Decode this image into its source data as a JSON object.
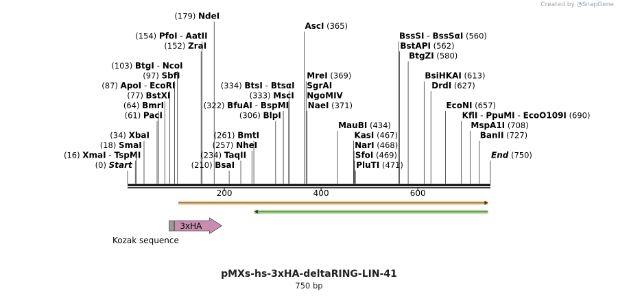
{
  "credit": {
    "prefix": "Created by",
    "brand": "SnapGene"
  },
  "title": "pMXs-hs-3xHA-deltaRING-LIN-41",
  "subtitle": "750 bp",
  "map": {
    "length": 750,
    "ticks": [
      "200",
      "400",
      "600"
    ],
    "tick_values": [
      200,
      400,
      600
    ],
    "features": [
      {
        "name": "3xHA",
        "start": 97,
        "end": 195,
        "color": "#c98daf",
        "direction": "forward",
        "prefix_color": "#9a9a9a"
      }
    ],
    "feature_labels": [
      {
        "text": "Kozak sequence"
      }
    ],
    "orfs": [
      {
        "start": 105,
        "end": 745,
        "direction": "forward",
        "color": "#f4a521"
      },
      {
        "start": 262,
        "end": 745,
        "direction": "reverse",
        "color": "#55c12a"
      }
    ],
    "sites": [
      {
        "row": 0,
        "pos": 0,
        "pos_label": "(0)",
        "names": [
          "Start"
        ],
        "italic": true
      },
      {
        "row": 1,
        "pos": 16,
        "pos_label": "(16)",
        "names": [
          "XmaI",
          "TspMI"
        ]
      },
      {
        "row": 2,
        "pos": 18,
        "pos_label": "(18)",
        "names": [
          "SmaI"
        ]
      },
      {
        "row": 3,
        "pos": 34,
        "pos_label": "(34)",
        "names": [
          "XbaI"
        ]
      },
      {
        "row": 5,
        "pos": 61,
        "pos_label": "(61)",
        "names": [
          "PacI"
        ]
      },
      {
        "row": 6,
        "pos": 64,
        "pos_label": "(64)",
        "names": [
          "BmrI"
        ]
      },
      {
        "row": 7,
        "pos": 77,
        "pos_label": "(77)",
        "names": [
          "BstXI"
        ]
      },
      {
        "row": 8,
        "pos": 87,
        "pos_label": "(87)",
        "names": [
          "ApoI",
          "EcoRI"
        ]
      },
      {
        "row": 9,
        "pos": 97,
        "pos_label": "(97)",
        "names": [
          "SbfI"
        ]
      },
      {
        "row": 10,
        "pos": 103,
        "pos_label": "(103)",
        "names": [
          "BtgI",
          "NcoI"
        ]
      },
      {
        "row": 12,
        "pos": 152,
        "pos_label": "(152)",
        "names": [
          "ZraI"
        ]
      },
      {
        "row": 13,
        "pos": 154,
        "pos_label": "(154)",
        "names": [
          "PfoI",
          "AatII"
        ]
      },
      {
        "row": 15,
        "pos": 179,
        "pos_label": "(179)",
        "names": [
          "NdeI"
        ]
      },
      {
        "row": 0,
        "pos": 210,
        "pos_label": "(210)",
        "names": [
          "BsaI"
        ]
      },
      {
        "row": 1,
        "pos": 234,
        "pos_label": "(234)",
        "names": [
          "TaqII"
        ]
      },
      {
        "row": 2,
        "pos": 257,
        "pos_label": "(257)",
        "names": [
          "NheI"
        ]
      },
      {
        "row": 3,
        "pos": 261,
        "pos_label": "(261)",
        "names": [
          "BmtI"
        ]
      },
      {
        "row": 5,
        "pos": 306,
        "pos_label": "(306)",
        "names": [
          "BlpI"
        ]
      },
      {
        "row": 6,
        "pos": 322,
        "pos_label": "(322)",
        "names": [
          "BfuAI",
          "BspMI"
        ]
      },
      {
        "row": 7,
        "pos": 333,
        "pos_label": "(333)",
        "names": [
          "MscI"
        ]
      },
      {
        "row": 8,
        "pos": 334,
        "pos_label": "(334)",
        "names": [
          "BtsI",
          "BtsαI"
        ]
      },
      {
        "row": 4,
        "pos": 365,
        "pos_label": "(365)",
        "names": [
          "AscI"
        ],
        "label_row": 14
      },
      {
        "row": 9,
        "pos": 369,
        "pos_label": "(369)",
        "names": [
          "MreI"
        ],
        "extra": [
          "SgrAI",
          "NgoMIV"
        ]
      },
      {
        "row": 6,
        "pos": 371,
        "pos_label": "(371)",
        "names": [
          "NaeI"
        ]
      },
      {
        "row": 4,
        "pos": 434,
        "pos_label": "(434)",
        "names": [
          "MauBI"
        ]
      },
      {
        "row": 3,
        "pos": 467,
        "pos_label": "(467)",
        "names": [
          "KasI"
        ]
      },
      {
        "row": 2,
        "pos": 468,
        "pos_label": "(468)",
        "names": [
          "NarI"
        ]
      },
      {
        "row": 1,
        "pos": 469,
        "pos_label": "(469)",
        "names": [
          "SfoI"
        ]
      },
      {
        "row": 0,
        "pos": 471,
        "pos_label": "(471)",
        "names": [
          "PluTI"
        ]
      },
      {
        "row": 13,
        "pos": 560,
        "pos_label": "(560)",
        "names": [
          "BssSI",
          "BssSαI"
        ]
      },
      {
        "row": 12,
        "pos": 562,
        "pos_label": "(562)",
        "names": [
          "BstAPI"
        ]
      },
      {
        "row": 11,
        "pos": 580,
        "pos_label": "(580)",
        "names": [
          "BtgZI"
        ]
      },
      {
        "row": 9,
        "pos": 613,
        "pos_label": "(613)",
        "names": [
          "BsiHKAI"
        ]
      },
      {
        "row": 8,
        "pos": 627,
        "pos_label": "(627)",
        "names": [
          "DrdI"
        ]
      },
      {
        "row": 6,
        "pos": 657,
        "pos_label": "(657)",
        "names": [
          "EcoNI"
        ]
      },
      {
        "row": 5,
        "pos": 690,
        "pos_label": "(690)",
        "names": [
          "KflI",
          "PpuMI",
          "EcoO109I"
        ]
      },
      {
        "row": 4,
        "pos": 708,
        "pos_label": "(708)",
        "names": [
          "MspA1I"
        ]
      },
      {
        "row": 3,
        "pos": 727,
        "pos_label": "(727)",
        "names": [
          "BanII"
        ]
      },
      {
        "row": 1,
        "pos": 750,
        "pos_label": "(750)",
        "names": [
          "End"
        ],
        "italic": true
      }
    ]
  }
}
